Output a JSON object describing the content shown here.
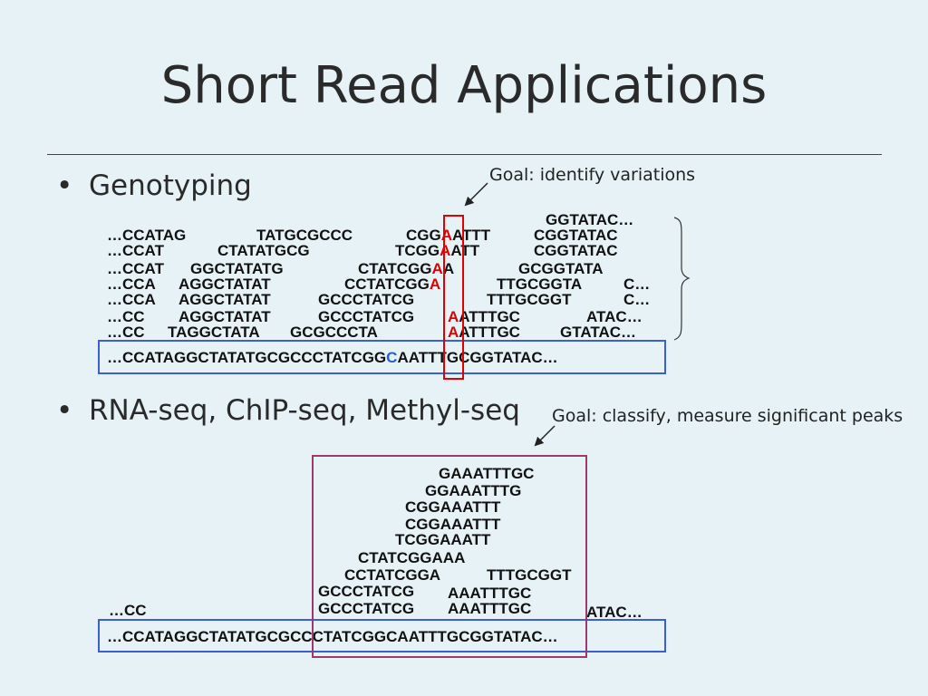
{
  "slide": {
    "title": "Short Read Applications",
    "bullet1": "Genotyping",
    "bullet2": "RNA-seq, ChIP-seq, Methyl-seq",
    "bullet_symbol": "•",
    "goal1": "Goal: identify variations",
    "goal2": "Goal: classify, measure significant peaks"
  },
  "genotyping": {
    "reference": "…CCATAGGCTATATGCGCCCTATCGGCAATTTGCGGTATAC…",
    "ref_variant_base": "C",
    "variant_base": "A",
    "variant_color": "#e00000",
    "ref_variant_color": "#1f5fd6",
    "reads": [
      "GGTATAC…",
      "…CCATAG",
      "TATGCGCCC",
      "CGG",
      "A",
      "ATTT",
      "CGGTATAC",
      "…CCAT",
      "CTATATGCG",
      "TCGG",
      "A",
      "ATT",
      "CGGTATAC",
      "…CCAT",
      "GGCTATATG",
      "CTATCGG",
      "A",
      "A",
      "GCGGTATA",
      "…CCA",
      "AGGCTATAT",
      "CCTATCGG",
      "A",
      "TTGCGGTA",
      "C…",
      "…CCA",
      "AGGCTATAT",
      "GCCCTATCG",
      "TTTGCGGT",
      "C…",
      "…CC",
      "AGGCTATAT",
      "GCCCTATCG",
      "A",
      "ATTTGC",
      "ATAC…",
      "…CC",
      "TAGGCTATA",
      "GCGCCCTA",
      "A",
      "ATTTGC",
      "GTATAC…"
    ]
  },
  "peaks": {
    "reference": "…CCATAGGCTATATGCGCCCTATCGGCAATTTGCGGTATAC…",
    "reads": [
      "GAAATTTGC",
      "GGAAATTTG",
      "CGGAAATTT",
      "CGGAAATTT",
      "TCGGAAATT",
      "CTATCGGAAA",
      "CCTATCGGA",
      "TTTGCGGT",
      "GCCCTATCG",
      "AAATTTGC",
      "GCCCTATCG",
      "AAATTTGC",
      "…CC",
      "ATAC…"
    ]
  },
  "colors": {
    "background": "#e6f2f6",
    "reference_box": "#3a5fd0",
    "variant_box": "#e00000",
    "peak_box": "#9b3a6a"
  }
}
